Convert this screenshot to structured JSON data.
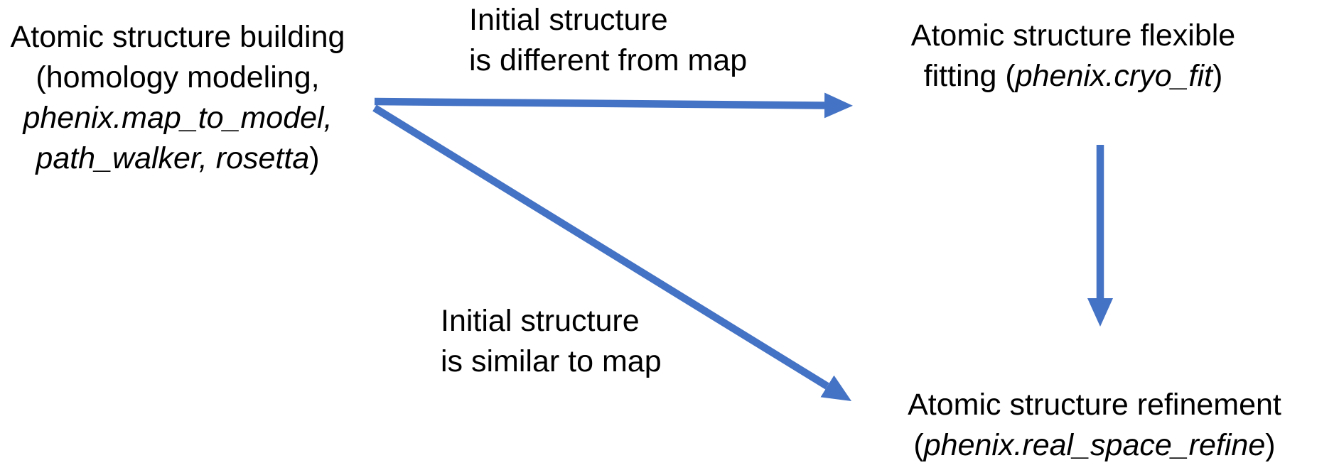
{
  "colors": {
    "background": "#ffffff",
    "text": "#000000",
    "arrow": "#4472C4"
  },
  "nodes": {
    "building": {
      "line1": "Atomic structure building",
      "line2": "(homology modeling,",
      "line3": "phenix.map_to_model,",
      "line4_italic": "path_walker, rosetta",
      "line4_suffix": ")"
    },
    "fitting": {
      "line1": "Atomic structure flexible",
      "line2_prefix": "fitting (",
      "line2_italic": "phenix.cryo_fit",
      "line2_suffix": ")"
    },
    "refinement": {
      "line1": "Atomic structure refinement",
      "line2_prefix": "(",
      "line2_italic": "phenix.real_space_refine",
      "line2_suffix": ")"
    }
  },
  "edge_labels": {
    "different": {
      "line1": "Initial structure",
      "line2": "is different from map"
    },
    "similar": {
      "line1": "Initial structure",
      "line2": "is similar to map"
    }
  }
}
